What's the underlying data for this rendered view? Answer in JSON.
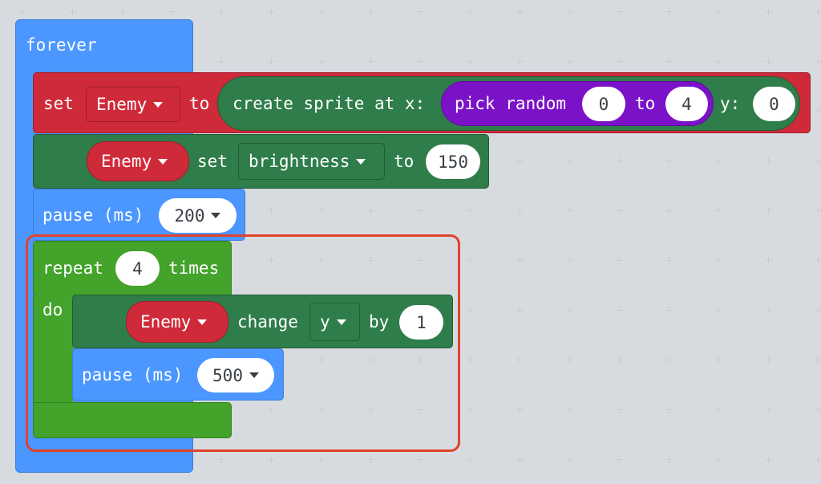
{
  "forever_block": {
    "label": "forever"
  },
  "set_block": {
    "label_set": "set",
    "variable": "Enemy",
    "label_to": "to",
    "create_sprite": {
      "label": "create sprite at x:",
      "pick_random": {
        "label": "pick random",
        "from": "0",
        "label_to": "to",
        "to": "4"
      },
      "label_y": "y:",
      "y_value": "0"
    }
  },
  "brightness_block": {
    "variable": "Enemy",
    "label_set": "set",
    "property": "brightness",
    "label_to": "to",
    "value": "150"
  },
  "pause_block_1": {
    "label": "pause (ms)",
    "value": "200"
  },
  "repeat_block": {
    "label_repeat": "repeat",
    "count": "4",
    "label_times": "times",
    "label_do": "do"
  },
  "change_block": {
    "variable": "Enemy",
    "label_change": "change",
    "property": "y",
    "label_by": "by",
    "value": "1"
  },
  "pause_block_2": {
    "label": "pause (ms)",
    "value": "500"
  },
  "colors": {
    "events_blue": "#4c97ff",
    "variables_red": "#cf2a3a",
    "sprites_green": "#2f7d4a",
    "math_purple": "#7b12c8",
    "loops_green": "#43a32a",
    "highlight_red": "#e0432a"
  }
}
